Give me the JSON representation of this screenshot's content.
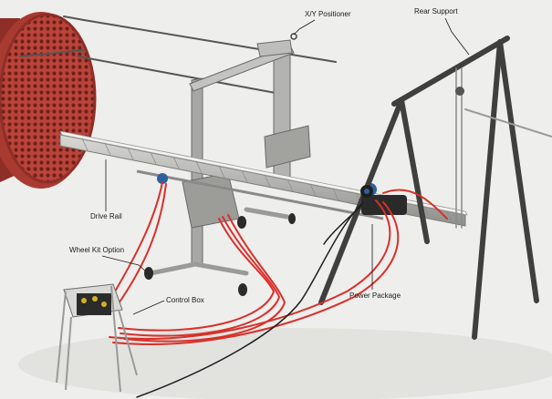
{
  "callouts": {
    "xy_positioner": "X/Y Positioner",
    "rear_support": "Rear Support",
    "drive_rail": "Drive Rail",
    "wheel_kit": "Wheel Kit Option",
    "control_box": "Control Box",
    "power_package": "Power Package"
  },
  "colors": {
    "background": "#eeeeec",
    "tube_sheet": "#b9443a",
    "tube_sheet_dark": "#8e2e27",
    "hose": "#d8302a",
    "frame": "#3f3f3f",
    "steel": "#9a9a9a",
    "label_line": "#1a1a1a"
  }
}
